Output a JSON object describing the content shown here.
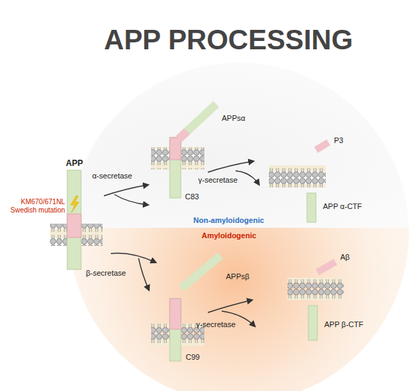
{
  "diagram": {
    "title": "APP PROCESSING",
    "labels": [
      "APP",
      "KM670/671NL",
      "Swedish mutation",
      "α-secretase",
      "APPsα",
      "C83",
      "γ-secretase",
      "P3",
      "APP α-CTF",
      "Non-amyloidogenic",
      "Amyloidogenic",
      "β-secretase",
      "APPsβ",
      "Aβ",
      "C99",
      "γ-secretase",
      "APP β-CTF"
    ]
  }
}
